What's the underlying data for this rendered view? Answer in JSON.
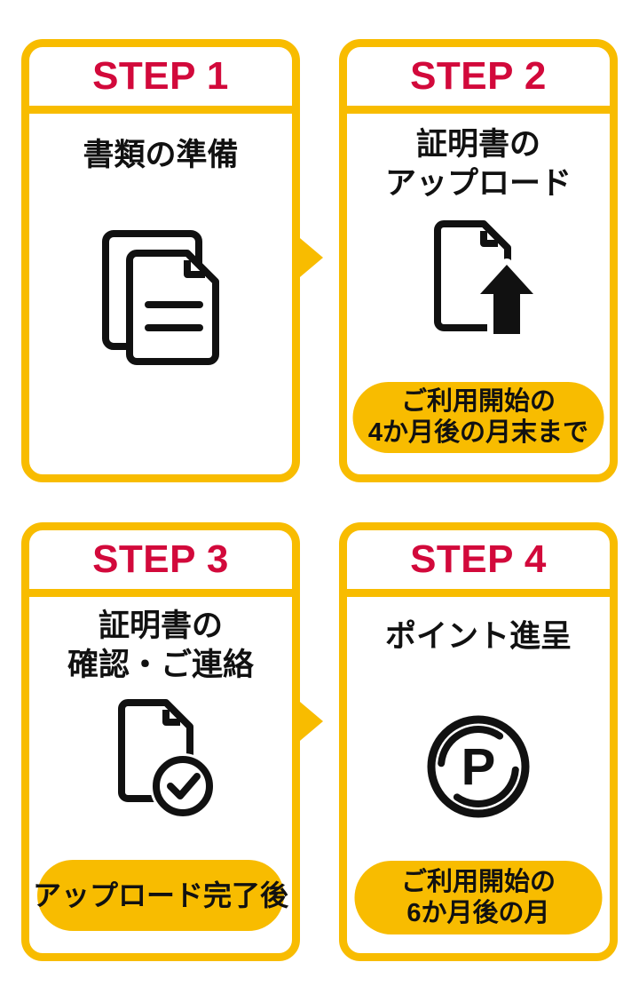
{
  "colors": {
    "accent_yellow": "#F8BC00",
    "step_red": "#D2093B",
    "text_black": "#111111",
    "background": "#FFFFFF"
  },
  "flow": {
    "steps": [
      {
        "label": "STEP 1",
        "title_lines": [
          "書類の準備"
        ],
        "icon": "documents-icon"
      },
      {
        "label": "STEP 2",
        "title_lines": [
          "証明書の",
          "アップロード"
        ],
        "icon": "document-upload-icon",
        "badge_lines": [
          "ご利用開始の",
          "4か月後の月末まで"
        ]
      },
      {
        "label": "STEP 3",
        "title_lines": [
          "証明書の",
          "確認・ご連絡"
        ],
        "icon": "document-check-icon",
        "badge_lines": [
          "アップロード完了後"
        ]
      },
      {
        "label": "STEP 4",
        "title_lines": [
          "ポイント進呈"
        ],
        "icon": "point-circle-icon",
        "icon_letter": "P",
        "badge_lines": [
          "ご利用開始の",
          "6か月後の月"
        ]
      }
    ]
  }
}
